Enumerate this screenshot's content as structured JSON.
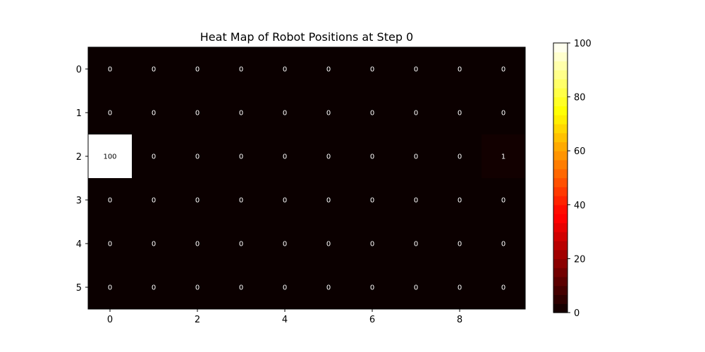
{
  "chart_data": {
    "type": "heatmap",
    "title": "Heat Map of Robot Positions at Step 0",
    "xlabel": "",
    "ylabel": "",
    "colormap": "hot",
    "grid": false,
    "vmin": 0,
    "vmax": 100,
    "x_ticks": [
      0,
      2,
      4,
      6,
      8
    ],
    "y_ticks": [
      0,
      1,
      2,
      3,
      4,
      5
    ],
    "colorbar_ticks": [
      0,
      20,
      40,
      60,
      80,
      100
    ],
    "values": [
      [
        0,
        0,
        0,
        0,
        0,
        0,
        0,
        0,
        0,
        0
      ],
      [
        0,
        0,
        0,
        0,
        0,
        0,
        0,
        0,
        0,
        0
      ],
      [
        100,
        0,
        0,
        0,
        0,
        0,
        0,
        0,
        0,
        1
      ],
      [
        0,
        0,
        0,
        0,
        0,
        0,
        0,
        0,
        0,
        0
      ],
      [
        0,
        0,
        0,
        0,
        0,
        0,
        0,
        0,
        0,
        0
      ],
      [
        0,
        0,
        0,
        0,
        0,
        0,
        0,
        0,
        0,
        0
      ]
    ]
  }
}
